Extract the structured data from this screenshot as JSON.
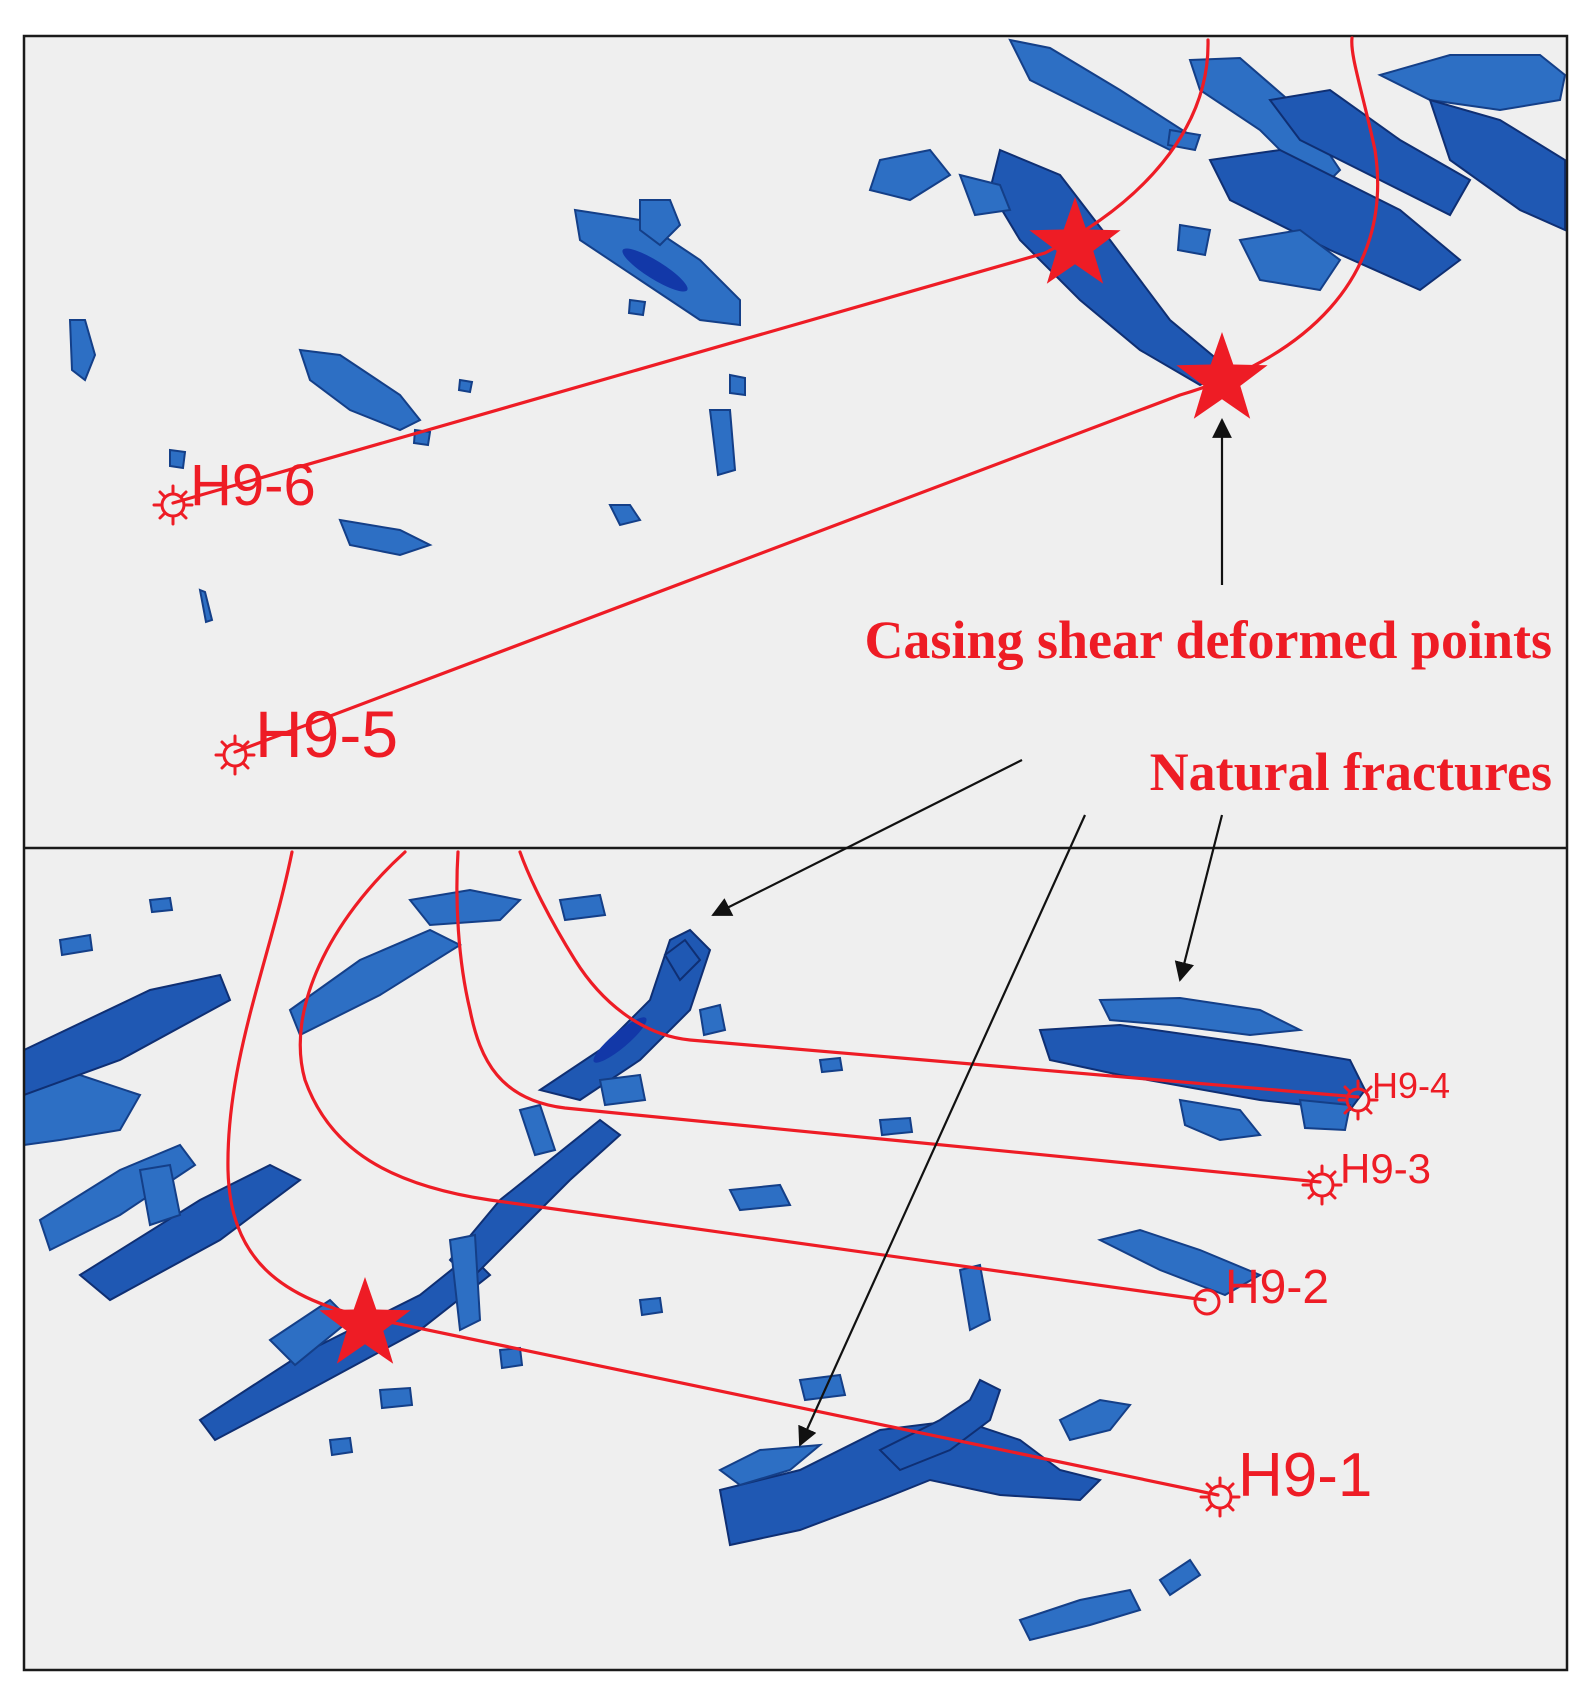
{
  "annotations": {
    "casing_shear": "Casing shear deformed points",
    "natural_fractures": "Natural fractures"
  },
  "wells": {
    "h9_6": "H9-6",
    "h9_5": "H9-5",
    "h9_4": "H9-4",
    "h9_3": "H9-3",
    "h9_2": "H9-2",
    "h9_1": "H9-1"
  },
  "colors": {
    "well_trajectory": "#ee1c25",
    "fracture": "#2d6fc4",
    "panel_background": "#efefef",
    "arrow": "#111111"
  },
  "icons": {
    "wellhead": "wellhead-icon",
    "deformation": "star-icon"
  },
  "panels": [
    "top-panel",
    "bottom-panel"
  ]
}
